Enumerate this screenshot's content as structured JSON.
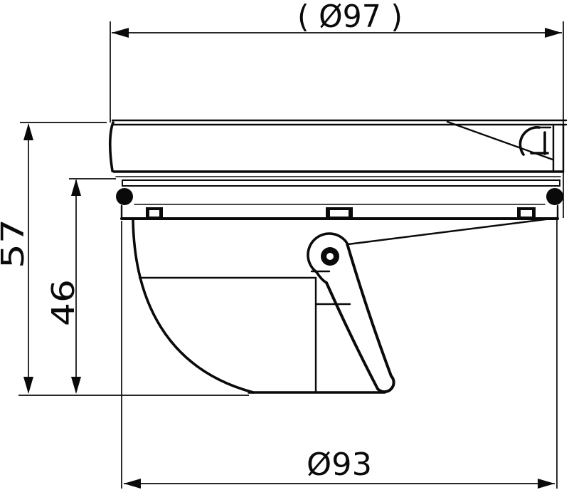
{
  "drawing": {
    "background_color": "#ffffff",
    "line_color": "#0a0a0a",
    "dimensions": {
      "top_diameter": {
        "label": "( Ø97 )"
      },
      "overall_height": {
        "label": "57"
      },
      "inner_height": {
        "label": "46"
      },
      "bottom_diameter": {
        "label": "Ø93"
      }
    }
  }
}
